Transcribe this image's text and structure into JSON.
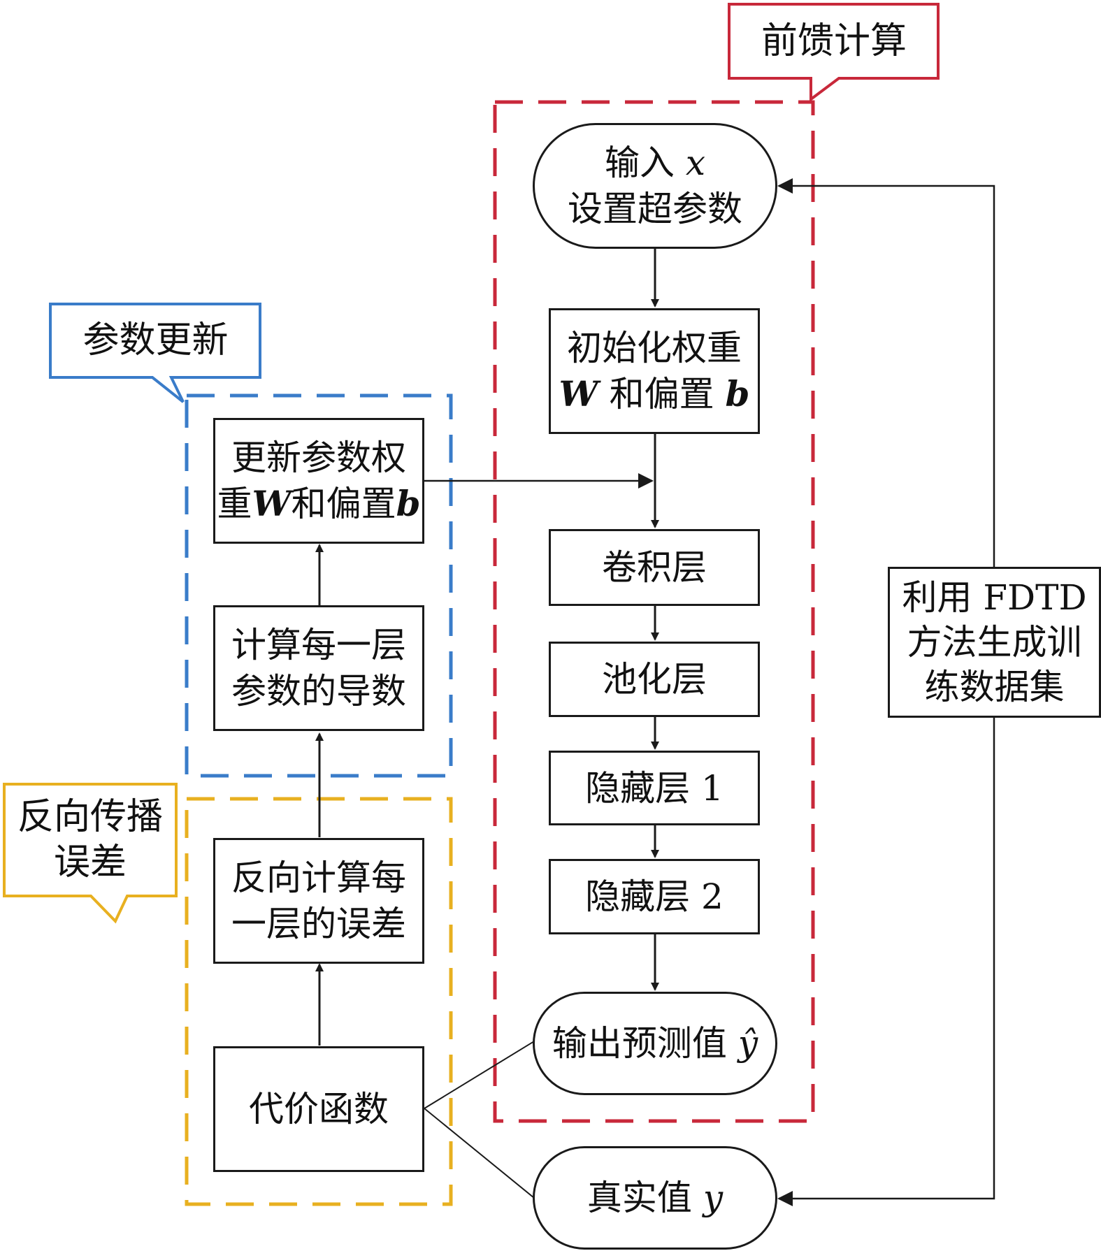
{
  "callouts": {
    "feedforward": "前馈计算",
    "update": "参数更新",
    "backprop": [
      "反向传播",
      "误差"
    ]
  },
  "colors": {
    "feedforward": "#c8283a",
    "update": "#3a7cc9",
    "backprop": "#e8b020",
    "line": "#1a1a1a"
  },
  "nodes": {
    "input": {
      "text1": "输入",
      "var1": "x",
      "text2": "设置超参数"
    },
    "init": {
      "text1": "初始化权重",
      "var_w": "W",
      "text2": "和偏置",
      "var_b": "b"
    },
    "conv": "卷积层",
    "pool": "池化层",
    "hidden1": "隐藏层 1",
    "hidden2": "隐藏层 2",
    "output": {
      "text": "输出预测值",
      "var": "ŷ"
    },
    "truth": {
      "text": "真实值",
      "var": "y"
    },
    "cost": "代价函数",
    "backerr": [
      "反向计算每",
      "一层的误差"
    ],
    "deriv": [
      "计算每一层",
      "参数的导数"
    ],
    "update_params": {
      "text1": "更新参数权",
      "text2a": "重",
      "var_w": "W",
      "text2b": "和偏置",
      "var_b": "b"
    },
    "fdtd": [
      "利用 FDTD",
      "方法生成训",
      "练数据集"
    ]
  }
}
